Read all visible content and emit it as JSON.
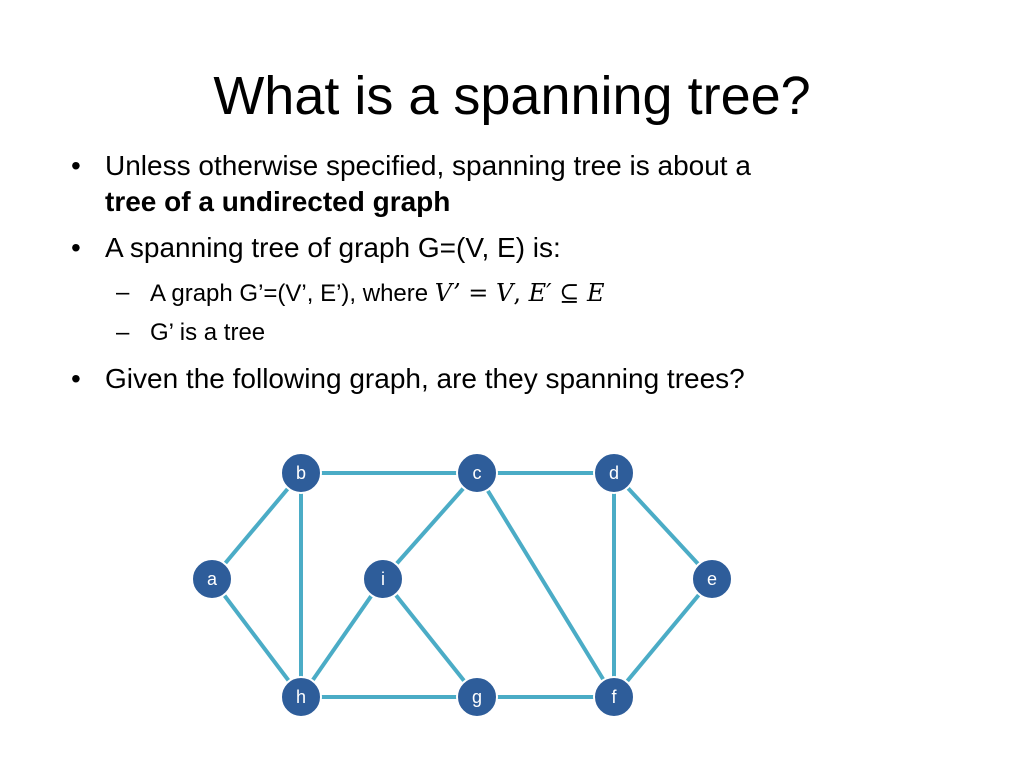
{
  "slide": {
    "title": "What is a spanning tree?",
    "bullets": [
      {
        "bullet": "•",
        "line1": "Unless otherwise specified, spanning tree is about a",
        "line2": "tree of a undirected graph"
      },
      {
        "bullet": "•",
        "text": "A spanning tree of graph G=(V, E) is:"
      },
      {
        "dash": "–",
        "text_prefix": "A graph G’=(V’, E’), where ",
        "math": {
          "v_prime": "V’",
          "eq": " = ",
          "v": "V",
          "comma": ", ",
          "e_prime": "E′",
          "subseteq": " ⊆ ",
          "e": "E"
        }
      },
      {
        "dash": "–",
        "text": "G’ is a tree"
      },
      {
        "bullet": "•",
        "text": "Given the following graph, are they spanning trees?"
      }
    ]
  },
  "graph": {
    "colors": {
      "edge": "#4bacc6",
      "node_fill": "#2e5d9a",
      "node_stroke": "#ffffff",
      "label": "#ffffff"
    },
    "nodes": [
      {
        "id": "a",
        "label": "a"
      },
      {
        "id": "b",
        "label": "b"
      },
      {
        "id": "c",
        "label": "c"
      },
      {
        "id": "d",
        "label": "d"
      },
      {
        "id": "e",
        "label": "e"
      },
      {
        "id": "f",
        "label": "f"
      },
      {
        "id": "g",
        "label": "g"
      },
      {
        "id": "h",
        "label": "h"
      },
      {
        "id": "i",
        "label": "i"
      }
    ],
    "edges": [
      {
        "from": "a",
        "to": "b"
      },
      {
        "from": "a",
        "to": "h"
      },
      {
        "from": "b",
        "to": "c"
      },
      {
        "from": "b",
        "to": "h"
      },
      {
        "from": "c",
        "to": "d"
      },
      {
        "from": "c",
        "to": "i"
      },
      {
        "from": "c",
        "to": "f"
      },
      {
        "from": "d",
        "to": "e"
      },
      {
        "from": "d",
        "to": "f"
      },
      {
        "from": "e",
        "to": "f"
      },
      {
        "from": "h",
        "to": "i"
      },
      {
        "from": "h",
        "to": "g"
      },
      {
        "from": "i",
        "to": "g"
      },
      {
        "from": "g",
        "to": "f"
      }
    ]
  }
}
